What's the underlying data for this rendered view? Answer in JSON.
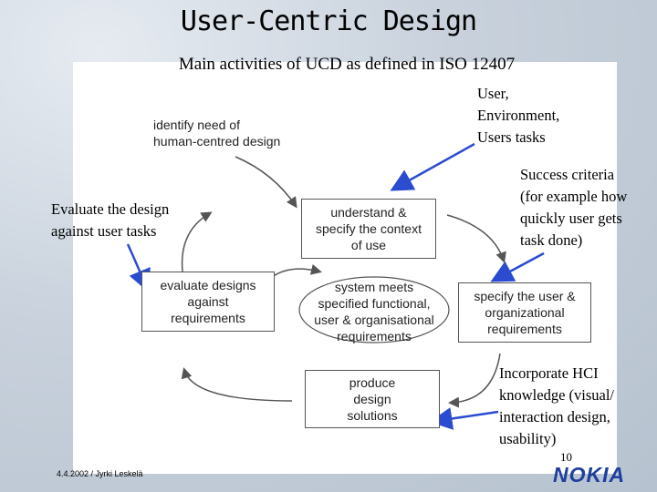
{
  "title": "User-Centric Design",
  "subtitle": "Main activities of UCD as defined in ISO 12407",
  "diagram": {
    "identify": [
      "identify need of",
      "human-centred design"
    ],
    "understand": [
      "understand &",
      "specify the context",
      "of use"
    ],
    "specify_user": [
      "specify the user &",
      "organizational",
      "requirements"
    ],
    "evaluate": [
      "evaluate designs",
      "against",
      "requirements"
    ],
    "system_meets": [
      "system meets",
      "specified functional,",
      "user & organisational",
      "requirements"
    ],
    "produce": [
      "produce",
      "design",
      "solutions"
    ]
  },
  "notes": {
    "user_env": [
      "User,",
      "Environment,",
      "Users tasks"
    ],
    "success": [
      "Success criteria",
      "(for example how",
      "quickly user gets",
      "task done)"
    ],
    "evaluate": [
      "Evaluate the design",
      "against user tasks"
    ],
    "hci": [
      "Incorporate HCI",
      "knowledge (visual/",
      "interaction design,",
      "usability)"
    ]
  },
  "footer": "4.4.2002 / Jyrki Leskelä",
  "page_number": "10",
  "logo": "NOKIA",
  "colors": {
    "arrow": "#2b4bd0",
    "box_border": "#555555"
  }
}
